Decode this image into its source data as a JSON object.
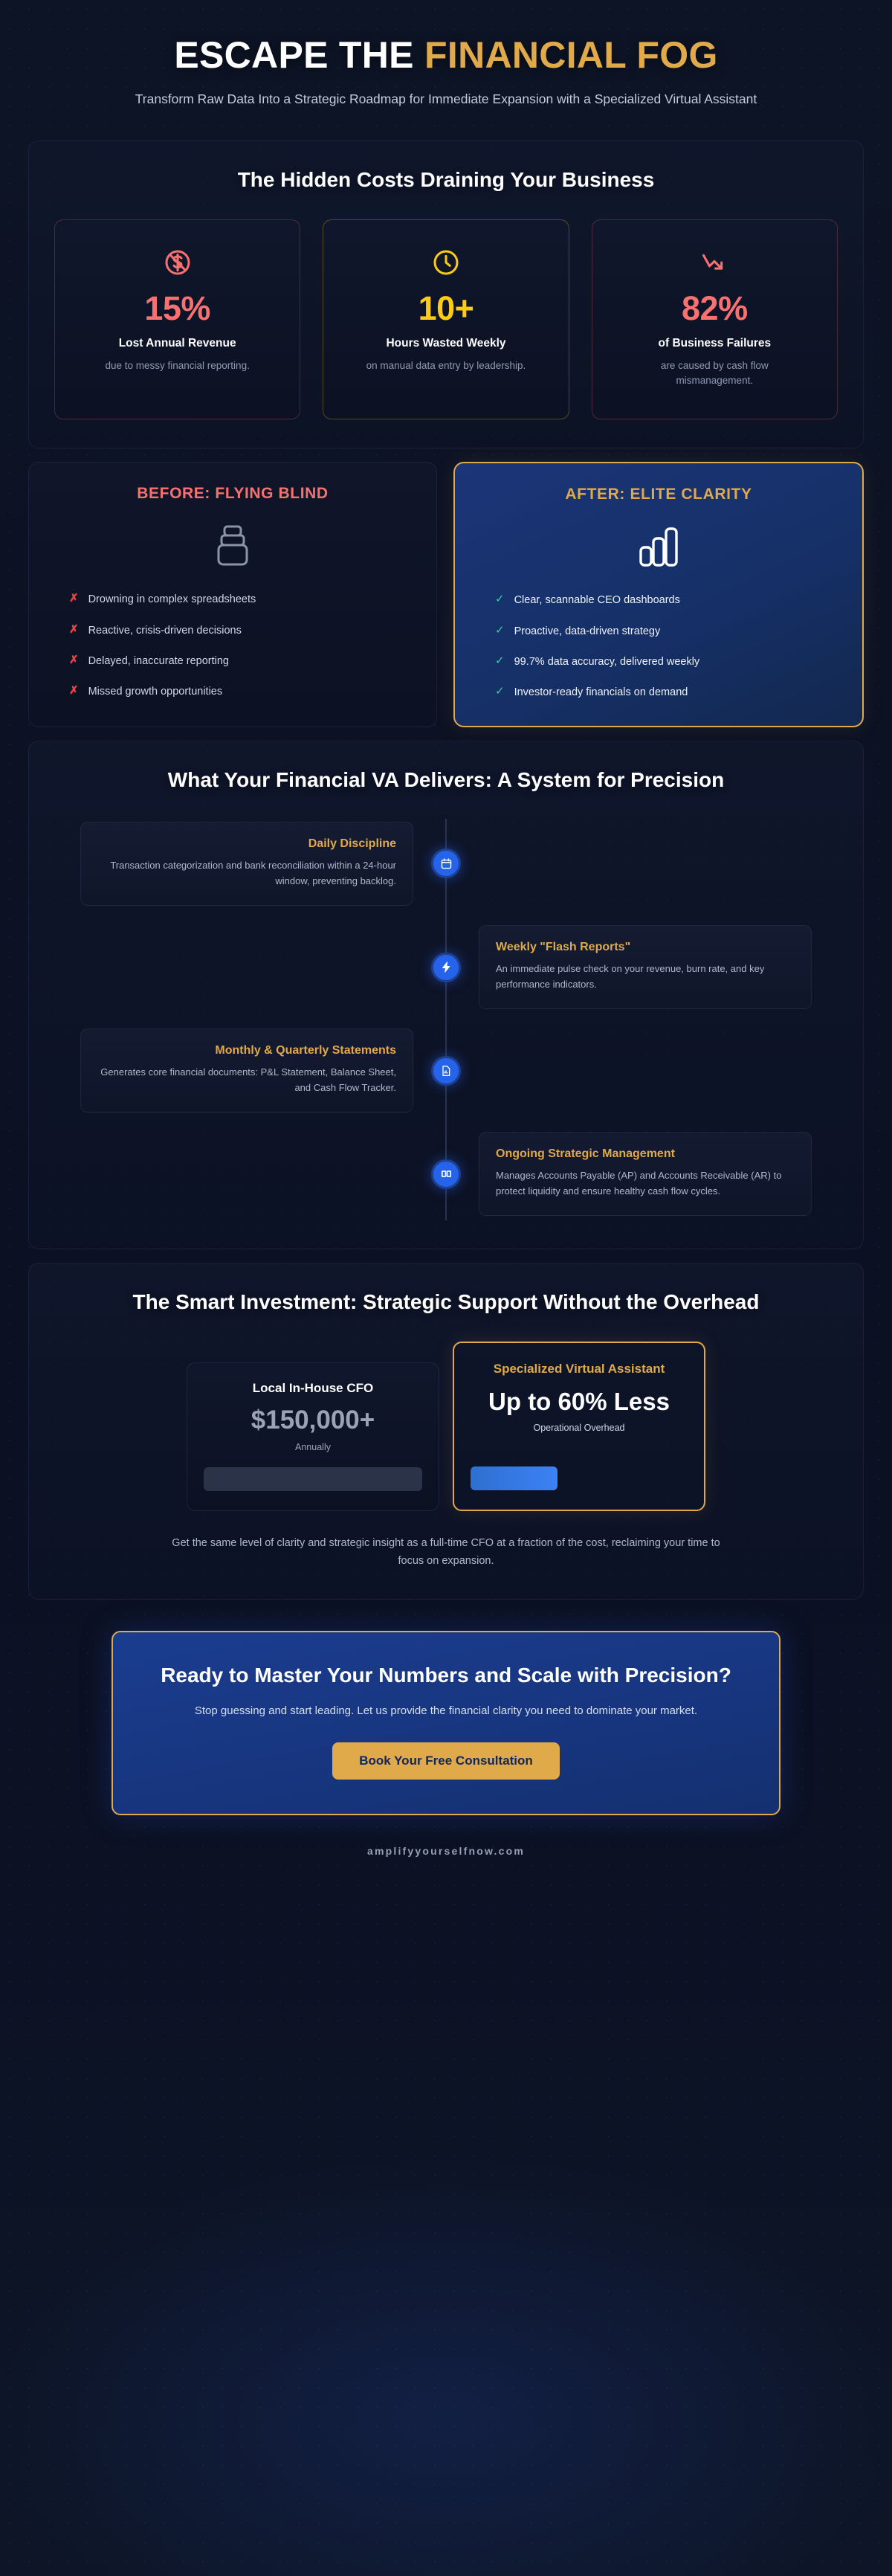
{
  "hero": {
    "title_plain": "ESCAPE THE ",
    "title_accent": "FINANCIAL FOG",
    "subtitle": "Transform Raw Data Into a Strategic Roadmap for Immediate Expansion with a Specialized Virtual Assistant"
  },
  "problem": {
    "title": "The Hidden Costs Draining Your Business",
    "stats": [
      {
        "icon": "no-money-icon",
        "value": "15%",
        "label": "Lost Annual Revenue",
        "desc": "due to messy financial reporting.",
        "color": "#f87171"
      },
      {
        "icon": "clock-icon",
        "value": "10+",
        "label": "Hours Wasted Weekly",
        "desc": "on manual data entry by leadership.",
        "color": "#facc15"
      },
      {
        "icon": "trend-down-icon",
        "value": "82%",
        "label": "of Business Failures",
        "desc": "are caused by cash flow mismanagement.",
        "color": "#f87171"
      }
    ]
  },
  "comparison": {
    "before": {
      "title": "BEFORE: FLYING BLIND",
      "icon": "stacked-layers-icon",
      "marker": "✗",
      "items": [
        "Drowning in complex spreadsheets",
        "Reactive, crisis-driven decisions",
        "Delayed, inaccurate reporting",
        "Missed growth opportunities"
      ]
    },
    "after": {
      "title": "AFTER: ELITE CLARITY",
      "icon": "bar-chart-icon",
      "marker": "✓",
      "items": [
        "Clear, scannable CEO dashboards",
        "Proactive, data-driven strategy",
        "99.7% data accuracy, delivered weekly",
        "Investor-ready financials on demand"
      ]
    }
  },
  "delivers": {
    "title": "What Your Financial VA Delivers: A System for Precision",
    "items": [
      {
        "side": "left",
        "icon": "calendar-icon",
        "heading": "Daily Discipline",
        "body": "Transaction categorization and bank reconciliation within a 24-hour window, preventing backlog."
      },
      {
        "side": "right",
        "icon": "lightning-bolt-icon",
        "heading": "Weekly \"Flash Reports\"",
        "body": "An immediate pulse check on your revenue, burn rate, and key performance indicators."
      },
      {
        "side": "left",
        "icon": "document-chart-icon",
        "heading": "Monthly & Quarterly Statements",
        "body": "Generates core financial documents: P&L Statement, Balance Sheet, and Cash Flow Tracker."
      },
      {
        "side": "right",
        "icon": "refresh-cycle-icon",
        "heading": "Ongoing Strategic Management",
        "body": "Manages Accounts Payable (AP) and Accounts Receivable (AR) to protect liquidity and ensure healthy cash flow cycles."
      }
    ]
  },
  "investment": {
    "title": "The Smart Investment: Strategic Support Without the Overhead",
    "old_option": {
      "name": "Local In-House CFO",
      "value": "$150,000+",
      "note": "Annually",
      "bar_pct": 100
    },
    "new_option": {
      "name": "Specialized Virtual Assistant",
      "value": "Up to 60% Less",
      "note": "Operational Overhead",
      "bar_pct": 40
    },
    "closing": "Get the same level of clarity and strategic insight as a full-time CFO at a fraction of the cost, reclaiming your time to focus on expansion."
  },
  "cta": {
    "heading": "Ready to Master Your Numbers and Scale with Precision?",
    "body": "Stop guessing and start leading. Let us provide the financial clarity you need to dominate your market.",
    "button": "Book Your Free Consultation"
  },
  "footer": {
    "site": "amplifyyourselfnow.com"
  },
  "theme": {
    "gold": "#e0a94a",
    "red": "#f87171",
    "yellow": "#facc15",
    "blue": "#2563eb",
    "green": "#34d399",
    "bg": "#0b1022"
  }
}
